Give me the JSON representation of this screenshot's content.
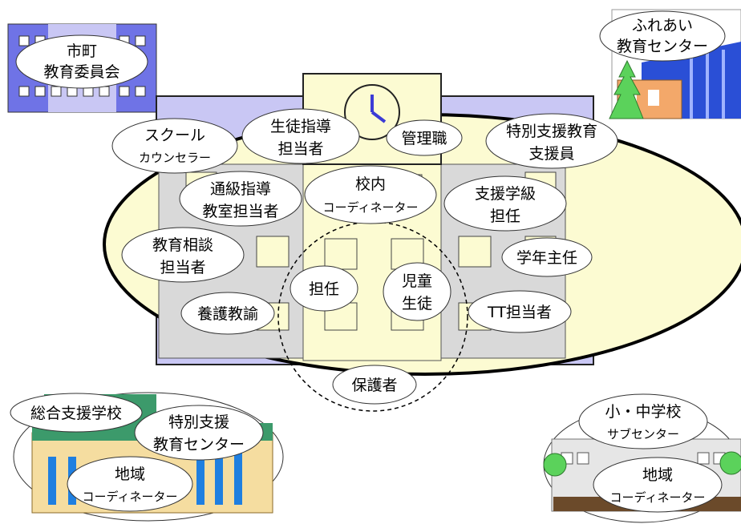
{
  "diagram": {
    "corner_labels": {
      "city_board": [
        "市町",
        "教育委員会"
      ],
      "fureai_center": [
        "ふれあい",
        "教育センター"
      ],
      "integrated_school": "総合支援学校",
      "special_support_center": [
        "特別支援",
        "教育センター"
      ],
      "regional_coordinator_left": [
        "地域",
        "コーディネーター"
      ],
      "elementary_middle_school": [
        "小・中学校",
        "サブセンター"
      ],
      "regional_coordinator_right": [
        "地域",
        "コーディネーター"
      ]
    },
    "school_roles": {
      "school_counselor": [
        "スクール",
        "カウンセラー"
      ],
      "guidance_officer": [
        "生徒指導",
        "担当者"
      ],
      "management": "管理職",
      "special_support_staff": [
        "特別支援教育",
        "支援員"
      ],
      "resource_room_teacher": [
        "通級指導",
        "教室担当者"
      ],
      "school_coordinator": [
        "校内",
        "コーディネーター"
      ],
      "support_class_teacher": [
        "支援学級",
        "担任"
      ],
      "education_counseling": [
        "教育相談",
        "担当者"
      ],
      "grade_head": "学年主任",
      "homeroom_teacher": "担任",
      "students": [
        "児童",
        "生徒"
      ],
      "school_nurse": "養護教諭",
      "tt_teacher": "TT担当者",
      "guardians": "保護者"
    },
    "colors": {
      "ellipse_fill": "#fcfbd2",
      "building_purple": "#c9c7f4",
      "building_grey": "#d8d8d8",
      "board_blue": "#6f73e6",
      "fureai_blue": "#2a4fd6",
      "fureai_orange": "#f3a86a",
      "school_yellow": "#f5dda0",
      "school_green": "#3c9a6b",
      "tree_green": "#5bd25b"
    }
  }
}
